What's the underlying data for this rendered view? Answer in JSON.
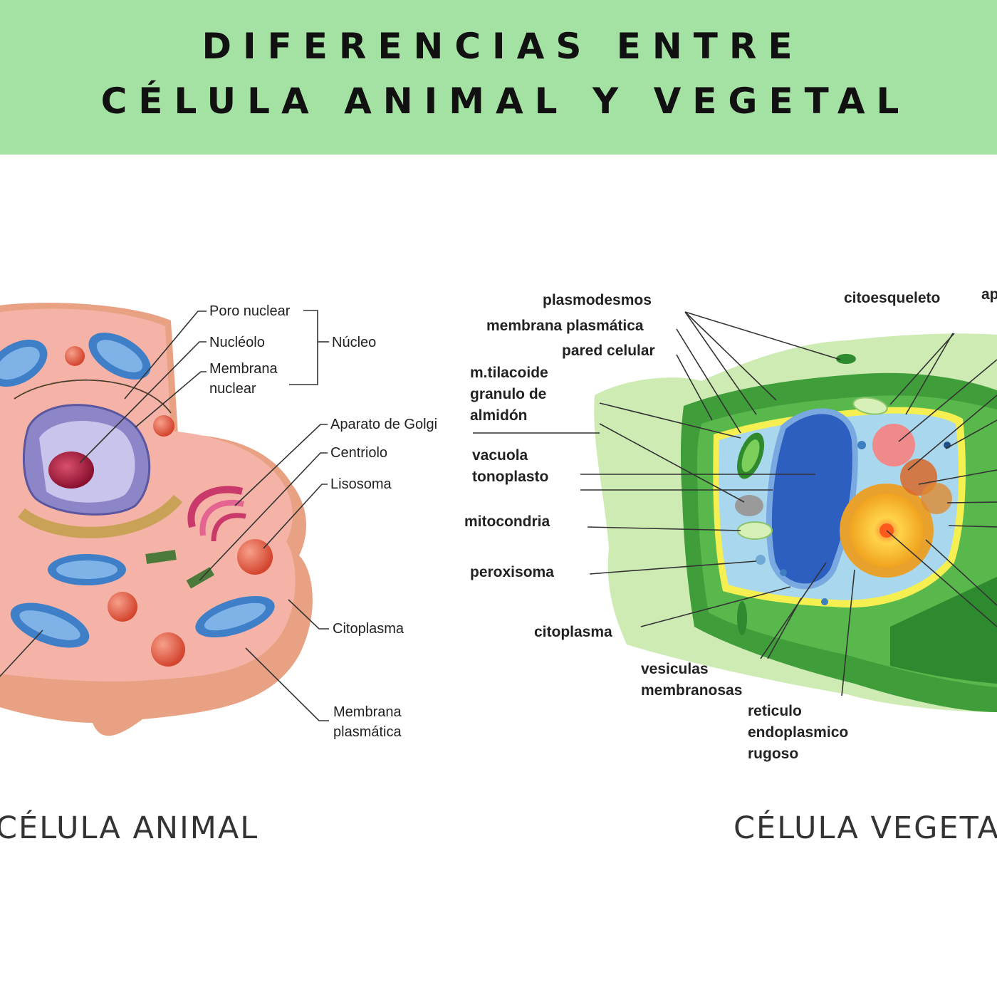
{
  "header": {
    "title_line1": "DIFERENCIAS ENTRE",
    "title_line2": "CÉLULA ANIMAL Y VEGETAL",
    "background": "#a4e2a4"
  },
  "animal": {
    "caption": "CÉLULA ANIMAL",
    "labels": {
      "poro_nuclear": "Poro nuclear",
      "nucleolo": "Nucléolo",
      "membrana_nuclear_1": "Membrana",
      "membrana_nuclear_2": "nuclear",
      "nucleo": "Núcleo",
      "golgi": "Aparato de Golgi",
      "centriolo": "Centriolo",
      "lisosoma": "Lisosoma",
      "citoplasma": "Citoplasma",
      "membrana_plasmatica_1": "Membrana",
      "membrana_plasmatica_2": "plasmática"
    }
  },
  "vegetal": {
    "caption": "CÉLULA VEGETA",
    "labels": {
      "plasmodesmos": "plasmodesmos",
      "membrana_plasmatica": "membrana plasmática",
      "pared_celular": "pared celular",
      "tilacoide": "m.tilacoide",
      "granulo_1": "granulo de",
      "granulo_2": "almidón",
      "vacuola": "vacuola",
      "tonoplasto": "tonoplasto",
      "mitocondria": "mitocondria",
      "peroxisoma": "peroxisoma",
      "citoplasma": "citoplasma",
      "vesiculas_1": "vesiculas",
      "vesiculas_2": "membranosas",
      "reticulo_1": "reticulo",
      "reticulo_2": "endoplasmico",
      "reticulo_3": "rugoso",
      "citoesqueleto": "citoesqueleto",
      "cut_off": "ap"
    }
  }
}
